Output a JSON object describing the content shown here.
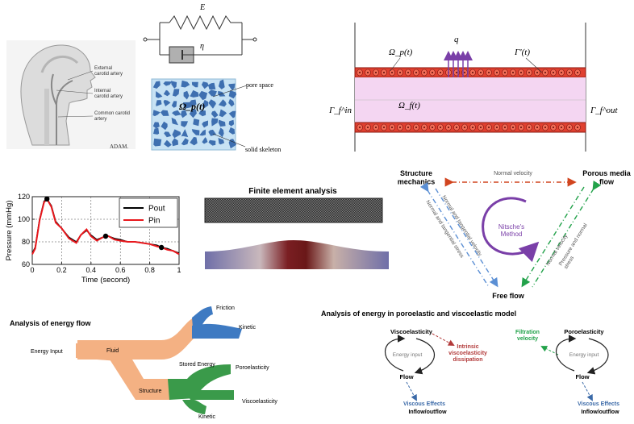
{
  "anatomy": {
    "external": "External carotid artery",
    "internal": "Internal carotid artery",
    "common": "Common carotid artery",
    "credit": "ADAM."
  },
  "spring": {
    "e": "E",
    "eta": "η"
  },
  "porous": {
    "omega_p": "Ω_p(t)",
    "pore": "pore space",
    "skeleton": "solid skeleton"
  },
  "vessel": {
    "omega_p": "Ω_p(t)",
    "q": "q",
    "gamma": "Γ'(t)",
    "omega_f": "Ω_f(t)",
    "gamma_in": "Γ_f^in",
    "gamma_out": "Γ_f^out"
  },
  "chart_data": {
    "type": "line",
    "title": "",
    "xlabel": "Time (second)",
    "ylabel": "Pressure (mmHg)",
    "xlim": [
      0,
      1
    ],
    "ylim": [
      60,
      120
    ],
    "xticks": [
      "0",
      "0.2",
      "0.4",
      "0.6",
      "0.8",
      "1"
    ],
    "yticks": [
      "60",
      "80",
      "100",
      "120"
    ],
    "grid": true,
    "legend": "top-right",
    "series": [
      {
        "name": "Pout",
        "color": "#000000",
        "x": [
          0,
          0.02,
          0.05,
          0.08,
          0.1,
          0.13,
          0.16,
          0.2,
          0.25,
          0.3,
          0.33,
          0.37,
          0.4,
          0.44,
          0.48,
          0.52,
          0.56,
          0.6,
          0.65,
          0.7,
          0.75,
          0.8,
          0.85,
          0.88,
          0.92,
          0.96,
          1.0
        ],
        "y": [
          70,
          75,
          100,
          116,
          118,
          112,
          98,
          92,
          84,
          80,
          86,
          90,
          86,
          82,
          84,
          85,
          83,
          82,
          80,
          80,
          79,
          78,
          77,
          75,
          74,
          72,
          70
        ]
      },
      {
        "name": "Pin",
        "color": "#e8171c",
        "x": [
          0,
          0.02,
          0.05,
          0.08,
          0.1,
          0.13,
          0.16,
          0.2,
          0.25,
          0.3,
          0.33,
          0.37,
          0.4,
          0.44,
          0.48,
          0.52,
          0.56,
          0.6,
          0.65,
          0.7,
          0.75,
          0.8,
          0.85,
          0.88,
          0.92,
          0.96,
          1.0
        ],
        "y": [
          69,
          74,
          99,
          115,
          118,
          111,
          97,
          92,
          83,
          79,
          86,
          91,
          85,
          81,
          84,
          85,
          82,
          81,
          80,
          80,
          79,
          78,
          76,
          75,
          73,
          72,
          69
        ]
      }
    ],
    "markers": {
      "x": [
        0.1,
        0.5,
        0.88
      ],
      "y": [
        118,
        85,
        75
      ]
    }
  },
  "fea": {
    "title": "Finite element analysis"
  },
  "coupling": {
    "structure": "Structure\nmechanics",
    "porous": "Porous media\nflow",
    "free": "Free flow",
    "normal_velocity": "Normal velocity",
    "nitsche": "Nitsche's\nMethod",
    "left_inner": "Normal and tangential velocity",
    "left_outer": "Normal and tangential stress",
    "right_inner": "Normal velocity",
    "right_outer": "Pressure and normal\nstress"
  },
  "energy_flow": {
    "title": "Analysis of energy flow",
    "input": "Energy Input",
    "fluid": "Fluid",
    "structure": "Structure",
    "friction": "Friction",
    "kinetic_top": "Kinetic",
    "stored": "Stored Energy",
    "poro": "Poroelasticity",
    "visco": "Viscoelasticity",
    "kinetic_bottom": "Kinetic"
  },
  "energy_model": {
    "title": "Analysis of energy in poroelastic and viscoelastic model",
    "visco": "Viscoelasticity",
    "intrinsic": "Intrinsic\nviscoelasticity\ndissipation",
    "energy_input_left": "Energy input",
    "flow_left": "Flow",
    "viscous_left": "Viscous Effects",
    "inout_left": "Inflow/outflow",
    "filtration": "Filtration\nvelocity",
    "poro": "Poroelasticity",
    "energy_input_right": "Energy input",
    "flow_right": "Flow",
    "viscous_right": "Viscous Effects",
    "inout_right": "Inflow/outflow"
  }
}
